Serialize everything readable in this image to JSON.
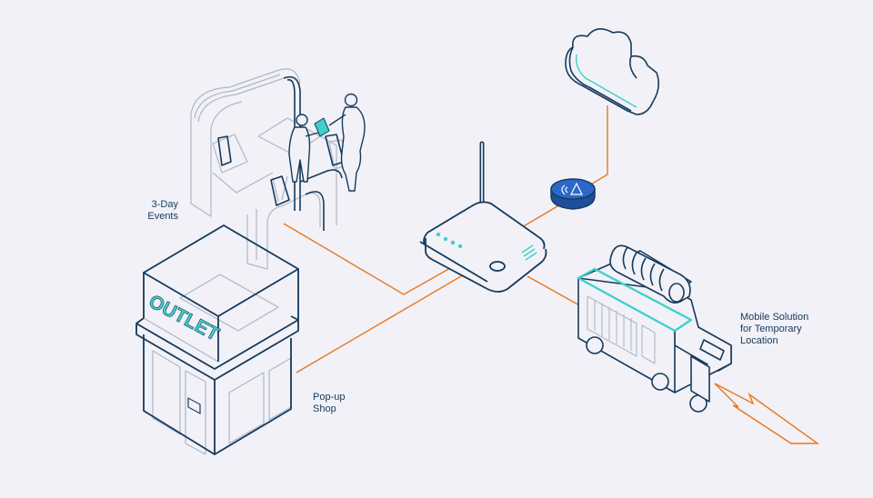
{
  "labels": {
    "events": [
      "3-Day",
      "Events"
    ],
    "shop": [
      "Pop-up",
      "Shop"
    ],
    "mobile": [
      "Mobile Solution",
      "for Temporary",
      "Location"
    ]
  },
  "signage": {
    "outlet": "OUTLET"
  },
  "colors": {
    "background": "#f1f1f7",
    "outline": "#163a5c",
    "line_light": "#aeb8c6",
    "connection": "#e8781e",
    "accent": "#3fd0c9",
    "reader": "#2b68c8"
  },
  "icons": {
    "cloud": "cloud-icon",
    "router": "router-icon",
    "card_reader": "contactless-reader-icon",
    "shop": "storefront-icon",
    "truck": "food-truck-icon",
    "booth": "event-booth-icon"
  }
}
